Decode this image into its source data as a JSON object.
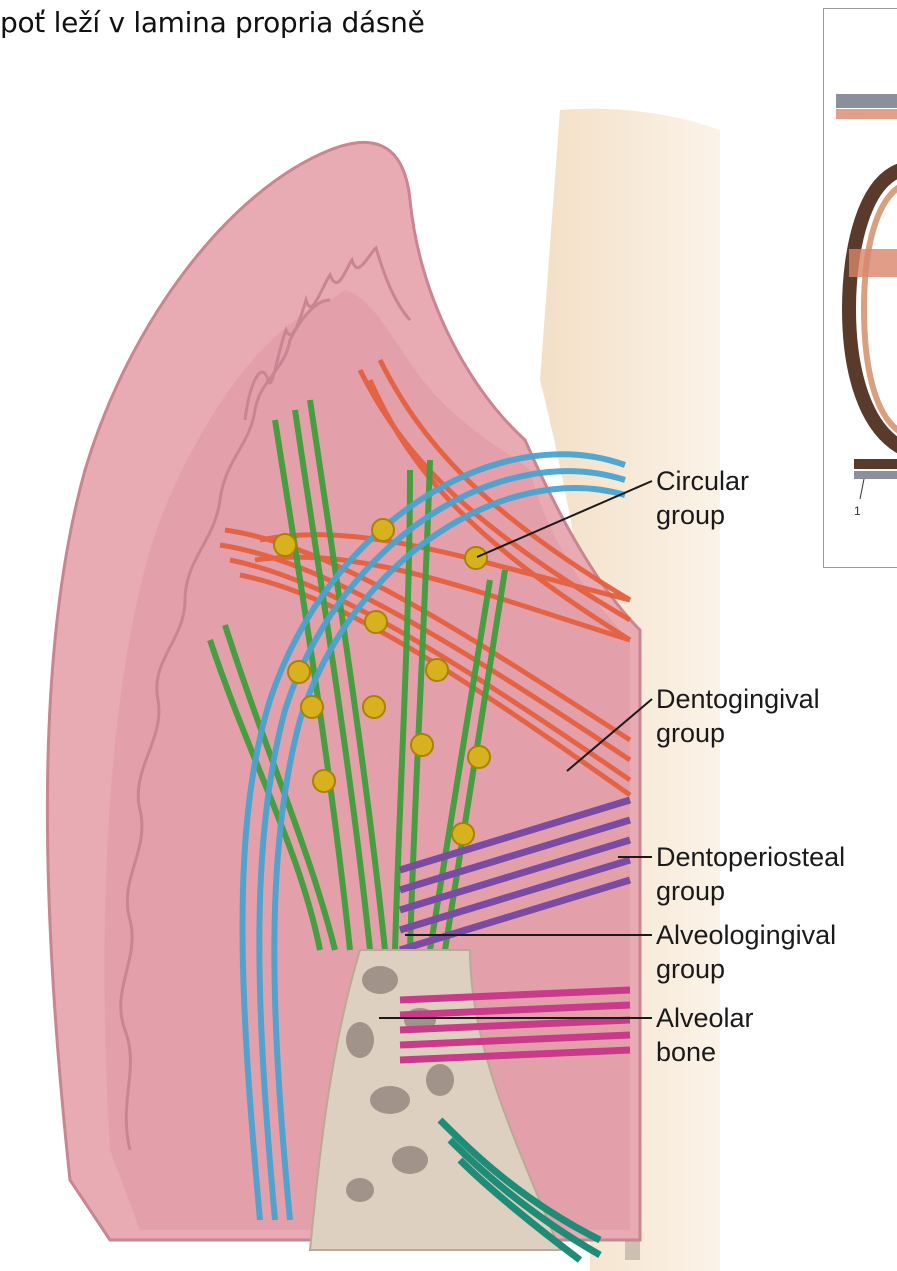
{
  "caption": "poť leží v lamina propria dásně",
  "labels": [
    {
      "name": "circular",
      "line1": "Circular",
      "line2": "group"
    },
    {
      "name": "dentogingival",
      "line1": "Dentogingival",
      "line2": "group"
    },
    {
      "name": "dentoperiosteal",
      "line1": "Dentoperiosteal",
      "line2": "group"
    },
    {
      "name": "alveologingival",
      "line1": "Alveologingival",
      "line2": "group"
    },
    {
      "name": "alveolar-bone",
      "line1": "Alveolar",
      "line2": "bone"
    }
  ],
  "inset": {
    "digit": "1"
  },
  "colors": {
    "gingiva": "#e9aeb6",
    "gingiva_inner": "#e2a5ae",
    "epithelium_edge": "#c98591",
    "tooth": "#f6e7d3",
    "enamel": "#c9bcae",
    "circular_dots": "#d8b21e",
    "dentogingival_fibers": "#e5603f",
    "alveologingival_fibers": "#3e9e3c",
    "dentoperiosteal_fibers": "#4aa4cf",
    "transseptal_fibers": "#7b4aa3",
    "magenta_fibers": "#c93a8a",
    "teal_fibers": "#1f8c78",
    "bone": "#ddd0c0"
  }
}
